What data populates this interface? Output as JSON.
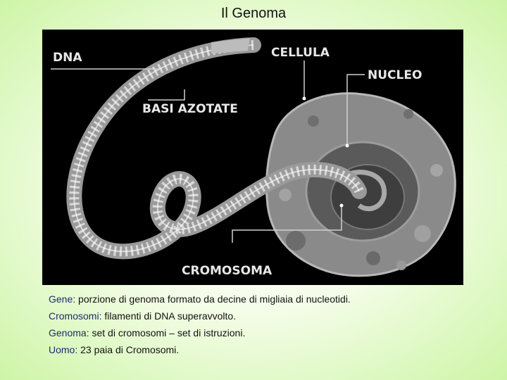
{
  "slide": {
    "title": "Il Genoma"
  },
  "diagram": {
    "labels": {
      "dna": "DNA",
      "cellula": "CELLULA",
      "nucleo": "NUCLEO",
      "basi_azotate": "BASI AZOTATE",
      "cromosoma": "CROMOSOMA"
    }
  },
  "definitions": [
    {
      "term": "Gene:",
      "text": " porzione di genoma formato da decine di migliaia di nucleotidi."
    },
    {
      "term": "Cromosomi:",
      "text": " filamenti di DNA superavvolto."
    },
    {
      "term": "Genoma:",
      "text": " set di cromosomi – set di istruzioni."
    },
    {
      "term": "Uomo:",
      "text": " 23 paia di Cromosomi."
    }
  ]
}
